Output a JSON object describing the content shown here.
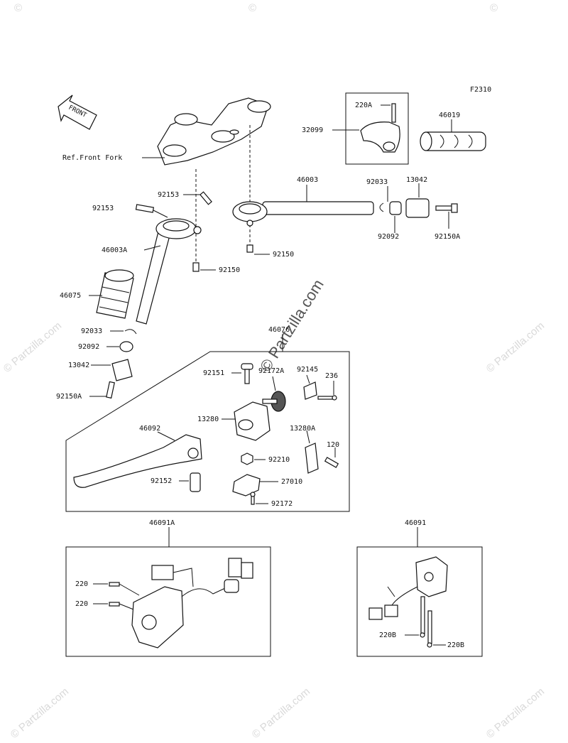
{
  "figure_code": "F2310",
  "direction_label": "FRONT",
  "reference_label": "Ref.Front Fork",
  "watermark": "© Partzilla.com",
  "labels": {
    "p46019": "46019",
    "p32099": "32099",
    "p220A": "220A",
    "p46003": "46003",
    "p92033a": "92033",
    "p13042a": "13042",
    "p92092a": "92092",
    "p92150Aa": "92150A",
    "p92153a": "92153",
    "p92153b": "92153",
    "p92150a": "92150",
    "p92150b": "92150",
    "p46003A": "46003A",
    "p46075": "46075",
    "p92033b": "92033",
    "p92092b": "92092",
    "p13042b": "13042",
    "p92150Ab": "92150A",
    "p46076": "46076",
    "p92151": "92151",
    "p92172A": "92172A",
    "p92145": "92145",
    "p236": "236",
    "p13280": "13280",
    "p13280A": "13280A",
    "p46092": "46092",
    "p120": "120",
    "p92210": "92210",
    "p92152": "92152",
    "p27010": "27010",
    "p92172": "92172",
    "p46091A": "46091A",
    "p220a": "220",
    "p220b": "220",
    "p46091": "46091",
    "p220Ba": "220B",
    "p220Bb": "220B"
  }
}
